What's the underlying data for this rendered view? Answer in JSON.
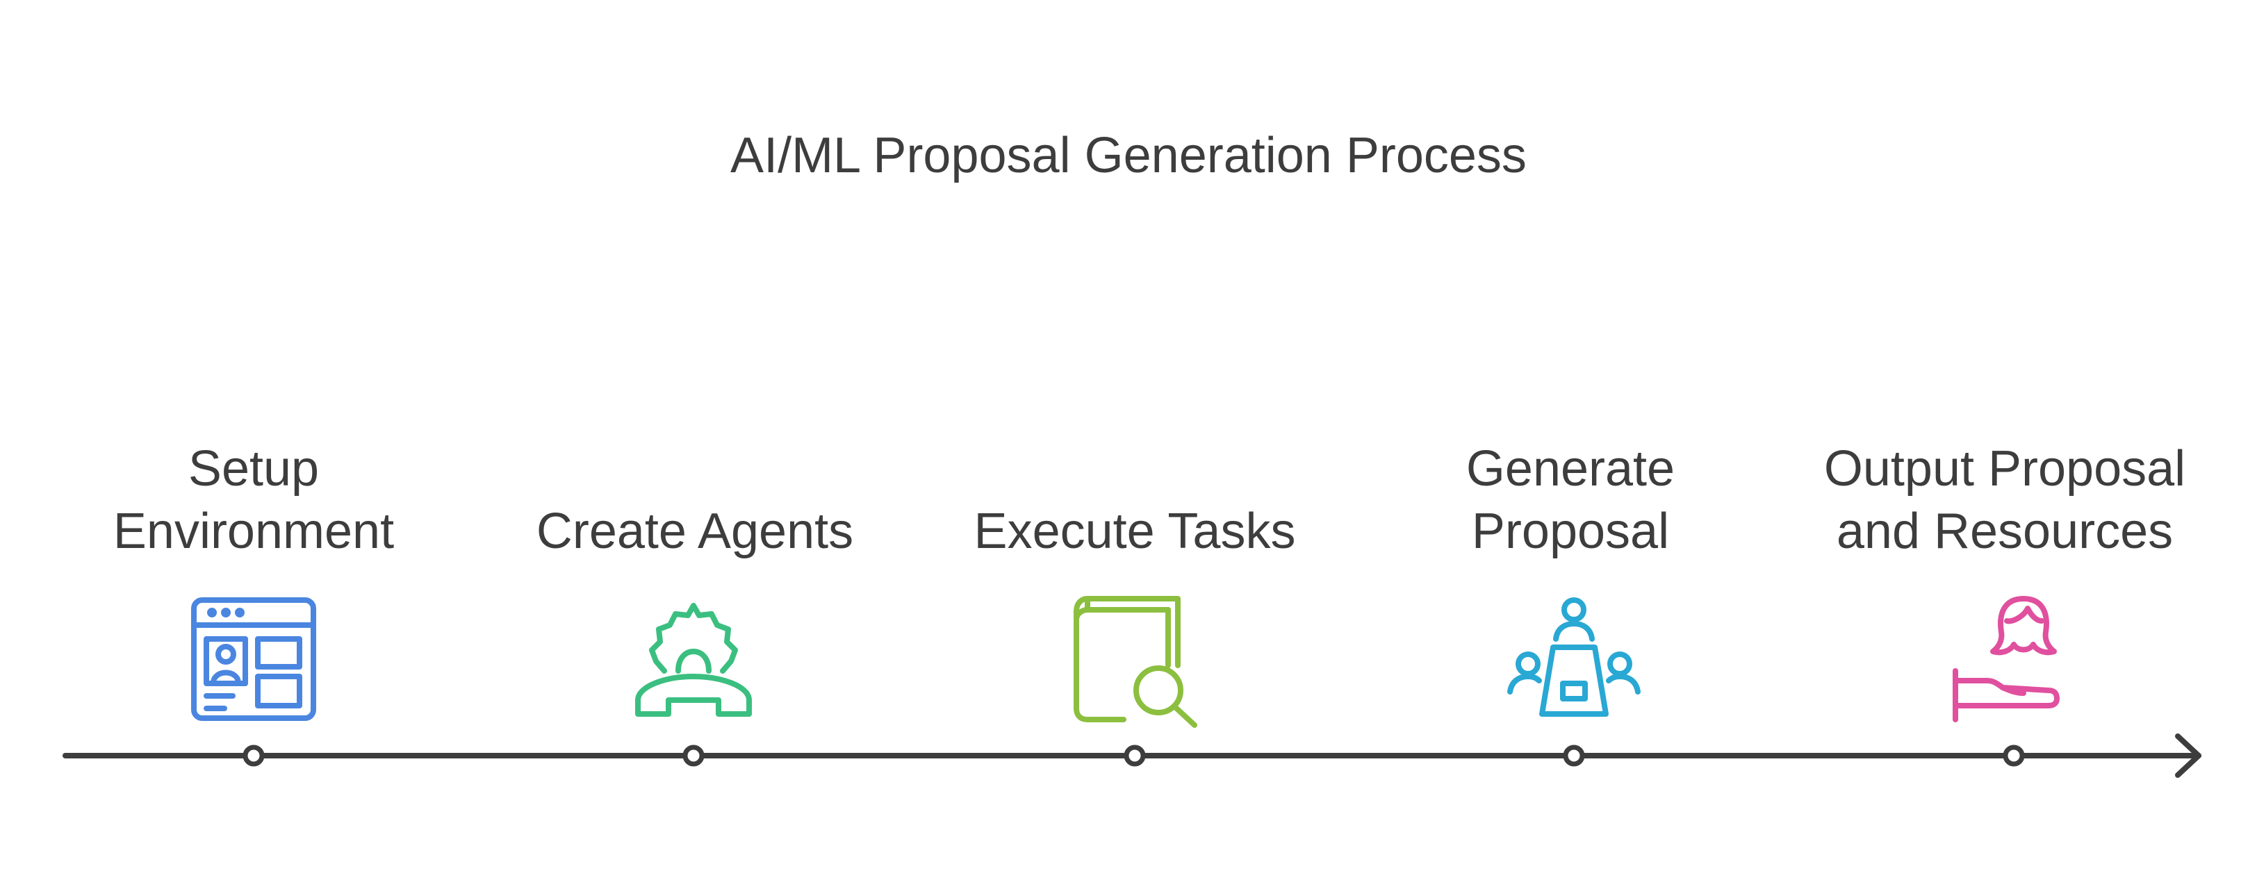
{
  "diagram": {
    "title": "AI/ML Proposal Generation Process",
    "steps": [
      {
        "label": "Setup Environment",
        "icon": "dashboard-layout-icon",
        "color": "#4a86e0"
      },
      {
        "label": "Create Agents",
        "icon": "gear-phone-icon",
        "color": "#3bbf80"
      },
      {
        "label": "Execute Tasks",
        "icon": "book-search-icon",
        "color": "#8cbf3f"
      },
      {
        "label": "Generate Proposal",
        "icon": "meeting-table-icon",
        "color": "#29a8d4"
      },
      {
        "label": "Output Proposal and Resources",
        "icon": "person-hand-icon",
        "color": "#e0509e"
      }
    ],
    "axis_color": "#3d3d3d"
  }
}
